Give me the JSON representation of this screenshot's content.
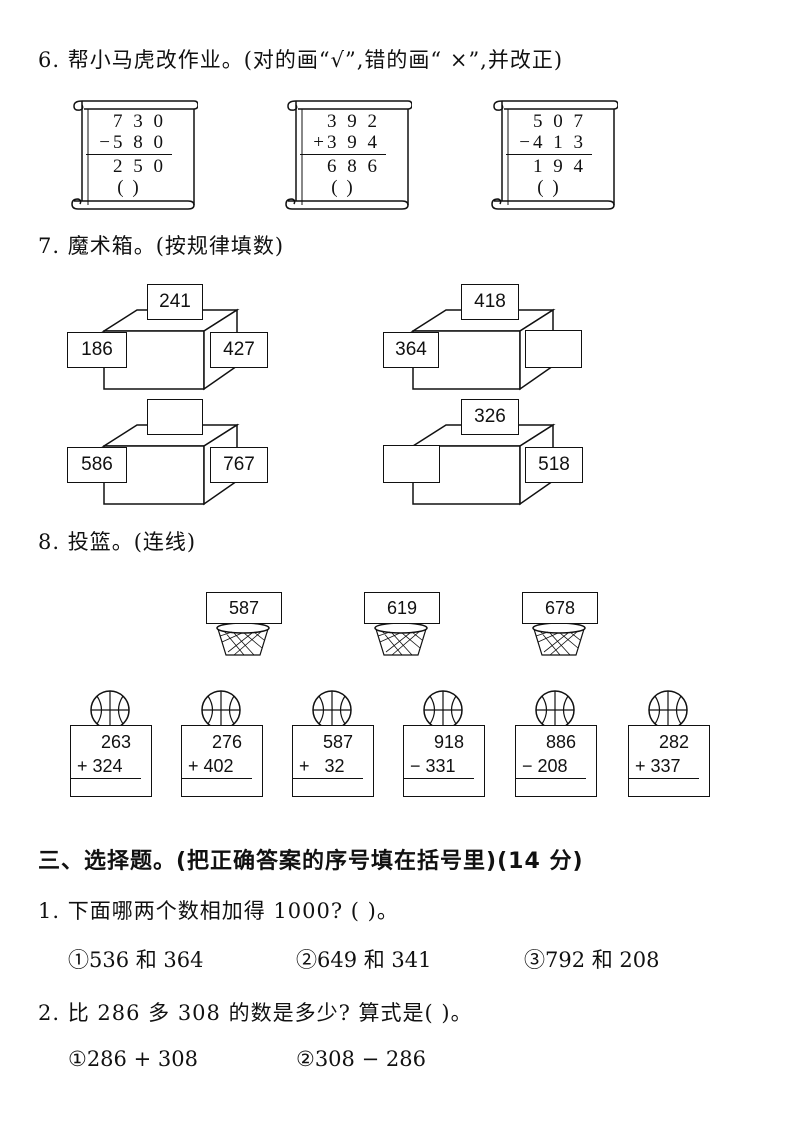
{
  "q6": {
    "title": "6. 帮小马虎改作业。(对的画“√”,错的画“ ×”,并改正)",
    "items": [
      {
        "top": "7 3 0",
        "op_line": "−5 8 0",
        "result": "2 5 0",
        "paren": "(      )"
      },
      {
        "top": "3 9 2",
        "op_line": "+3 9 4",
        "result": "6 8 6",
        "paren": "(      )"
      },
      {
        "top": "5 0 7",
        "op_line": "−4 1 3",
        "result": "1 9 4",
        "paren": "(      )"
      }
    ]
  },
  "q7": {
    "title": "7. 魔术箱。(按规律填数)",
    "boxes": [
      {
        "top": "241",
        "left": "186",
        "right": "427"
      },
      {
        "top": "418",
        "left": "364",
        "right": ""
      },
      {
        "top": "",
        "left": "586",
        "right": "767"
      },
      {
        "top": "326",
        "left": "",
        "right": "518"
      }
    ]
  },
  "q8": {
    "title": "8. 投篮。(连线)",
    "hoops": [
      "587",
      "619",
      "678"
    ],
    "cards": [
      {
        "a": "263",
        "b": "+ 324"
      },
      {
        "a": "276",
        "b": "+ 402"
      },
      {
        "a": "587",
        "b": "+   32"
      },
      {
        "a": "918",
        "b": "− 331"
      },
      {
        "a": "886",
        "b": "− 208"
      },
      {
        "a": "282",
        "b": "+ 337"
      }
    ]
  },
  "section3": {
    "title": "三、选择题。(把正确答案的序号填在括号里)(14 分)",
    "q1": {
      "stem": "1. 下面哪两个数相加得 1000? (          )。",
      "options": [
        "①536 和 364",
        "②649 和 341",
        "③792 和 208"
      ]
    },
    "q2": {
      "stem": "2. 比 286 多 308 的数是多少? 算式是(          )。",
      "options": [
        "①286 + 308",
        "②308 − 286"
      ]
    }
  }
}
